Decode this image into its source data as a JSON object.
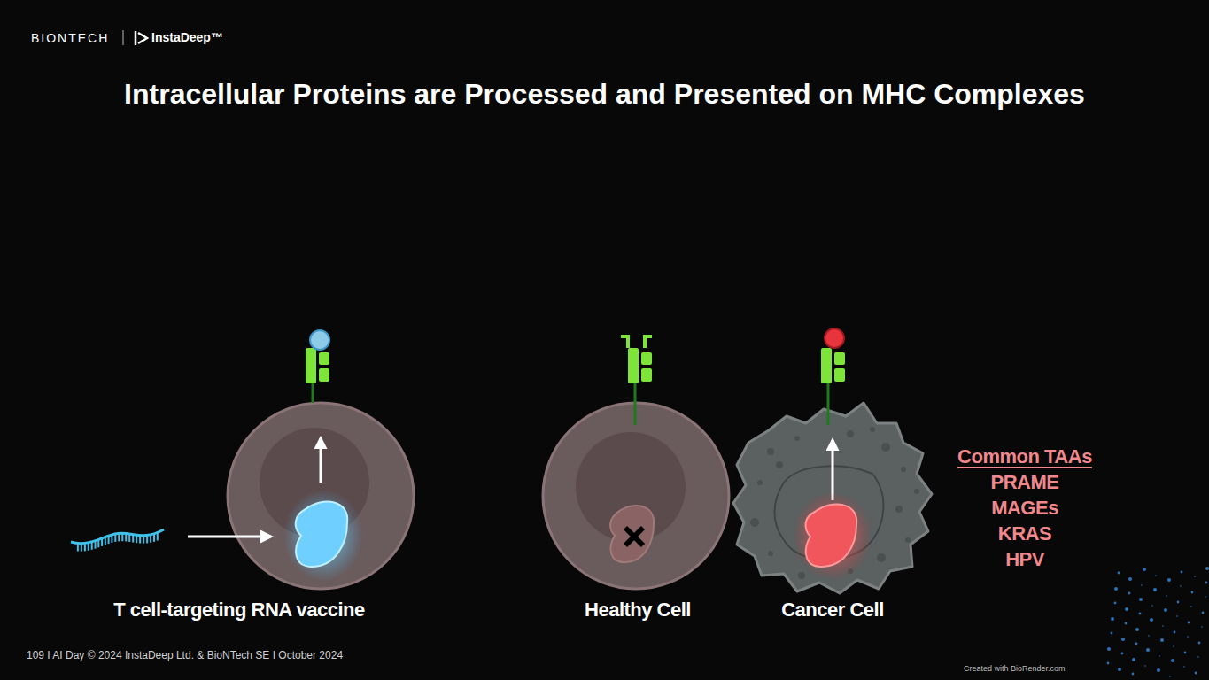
{
  "diagram": {
    "title": "Intracellular Proteins are Processed and Presented on MHC Complexes",
    "nodes": [
      {
        "text": [
          "T cell-targeting RNA vaccine"
        ]
      },
      {
        "text": [
          "Healthy Cell"
        ]
      },
      {
        "text": [
          "Cancer Cell"
        ]
      }
    ],
    "labels": [
      "BIONTECH",
      "InstaDeep™",
      "Common TAAs",
      "PRAME",
      "MAGEs",
      "KRAS",
      "HPV",
      "109 I AI Day © 2024 InstaDeep Ltd. & BioNTech SE I October 2024",
      "Created with BioRender.com"
    ]
  }
}
